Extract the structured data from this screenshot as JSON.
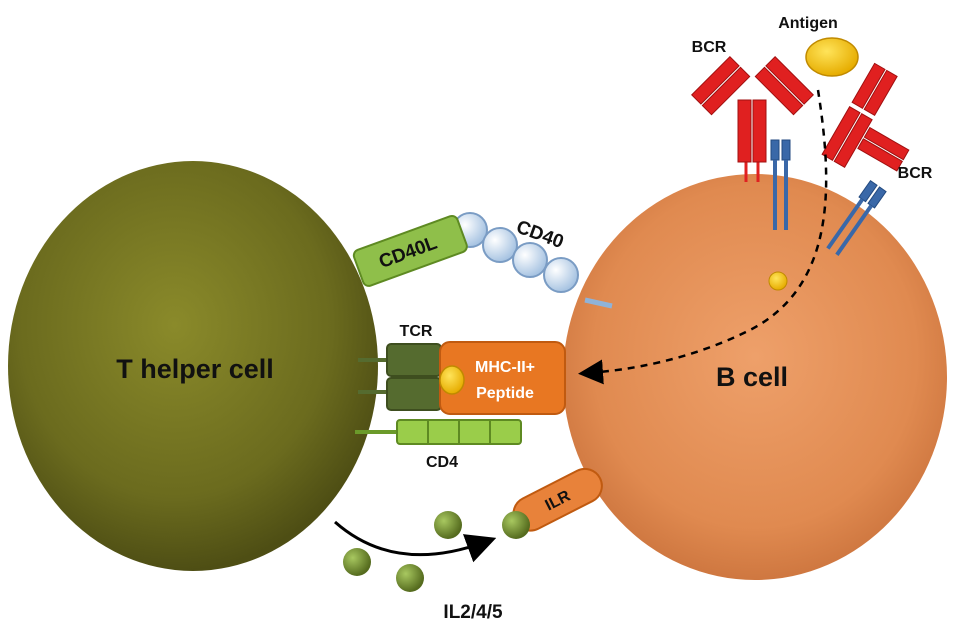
{
  "diagram": {
    "t_cell_label": "T helper cell",
    "b_cell_label": "B cell",
    "cd40l_label": "CD40L",
    "cd40_label": "CD40",
    "tcr_label": "TCR",
    "mhc_label_line1": "MHC-II+",
    "mhc_label_line2": "Peptide",
    "cd4_label": "CD4",
    "ilr_label": "ILR",
    "cytokine_label": "IL2/4/5",
    "bcr_label_left": "BCR",
    "bcr_label_right": "BCR",
    "antigen_label": "Antigen"
  },
  "colors": {
    "t_cell": "#6b6b1e",
    "b_cell": "#e08a50",
    "cd40l": "#8fbf4a",
    "cd40": "#c9ddf2",
    "tcr": "#556b2f",
    "mhc": "#e87722",
    "cd4": "#9acd4a",
    "ilr": "#e8823a",
    "cytokine": "#6b8e23",
    "bcr_heavy": "#e02020",
    "bcr_coreceptor": "#3a68a8",
    "antigen": "#f2c300"
  }
}
